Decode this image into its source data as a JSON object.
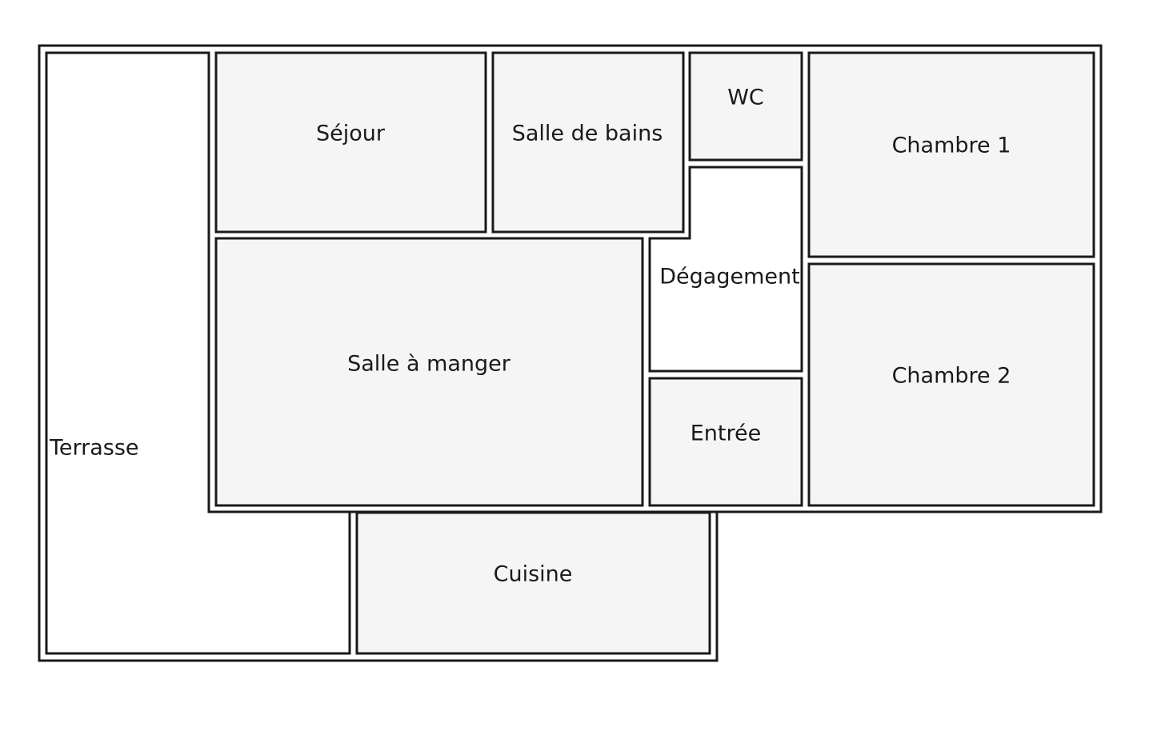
{
  "rooms": {
    "terrasse": "Terrasse",
    "sejour": "Séjour",
    "salle_de_bains": "Salle de bains",
    "wc": "WC",
    "chambre_1": "Chambre 1",
    "degagement": "Dégagement",
    "salle_a_manger": "Salle à manger",
    "entree": "Entrée",
    "chambre_2": "Chambre 2",
    "cuisine": "Cuisine"
  },
  "colors": {
    "wall": "#1a1a1a",
    "room_fill": "#f5f5f5",
    "open_fill": "#ffffff"
  }
}
